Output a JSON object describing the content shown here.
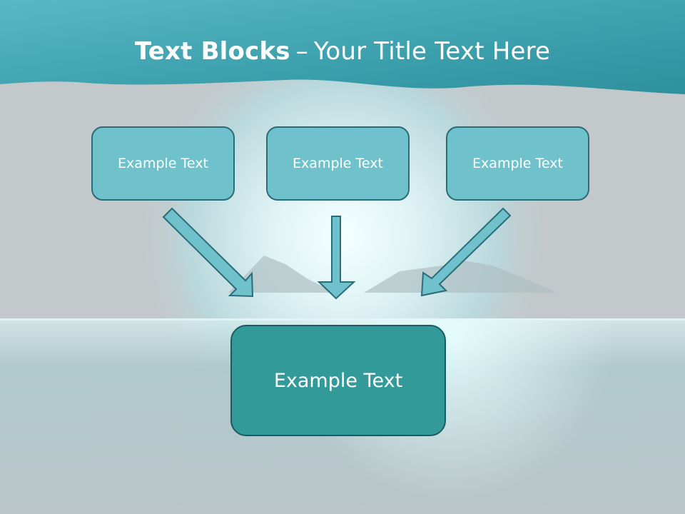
{
  "title": {
    "bold": "Text Blocks",
    "separator": "–",
    "rest": "Your Title Text Here"
  },
  "blocks": {
    "left": "Example Text",
    "center": "Example Text",
    "right": "Example Text",
    "target": "Example Text"
  },
  "colors": {
    "banner": "#3fa3b0",
    "small_box_fill": "#6fc1cb",
    "small_box_border": "#2c6b78",
    "target_box_fill": "#339a9a",
    "arrow_fill": "#6fc1cb",
    "arrow_stroke": "#2c6b78",
    "background": "#c3c9cb"
  }
}
